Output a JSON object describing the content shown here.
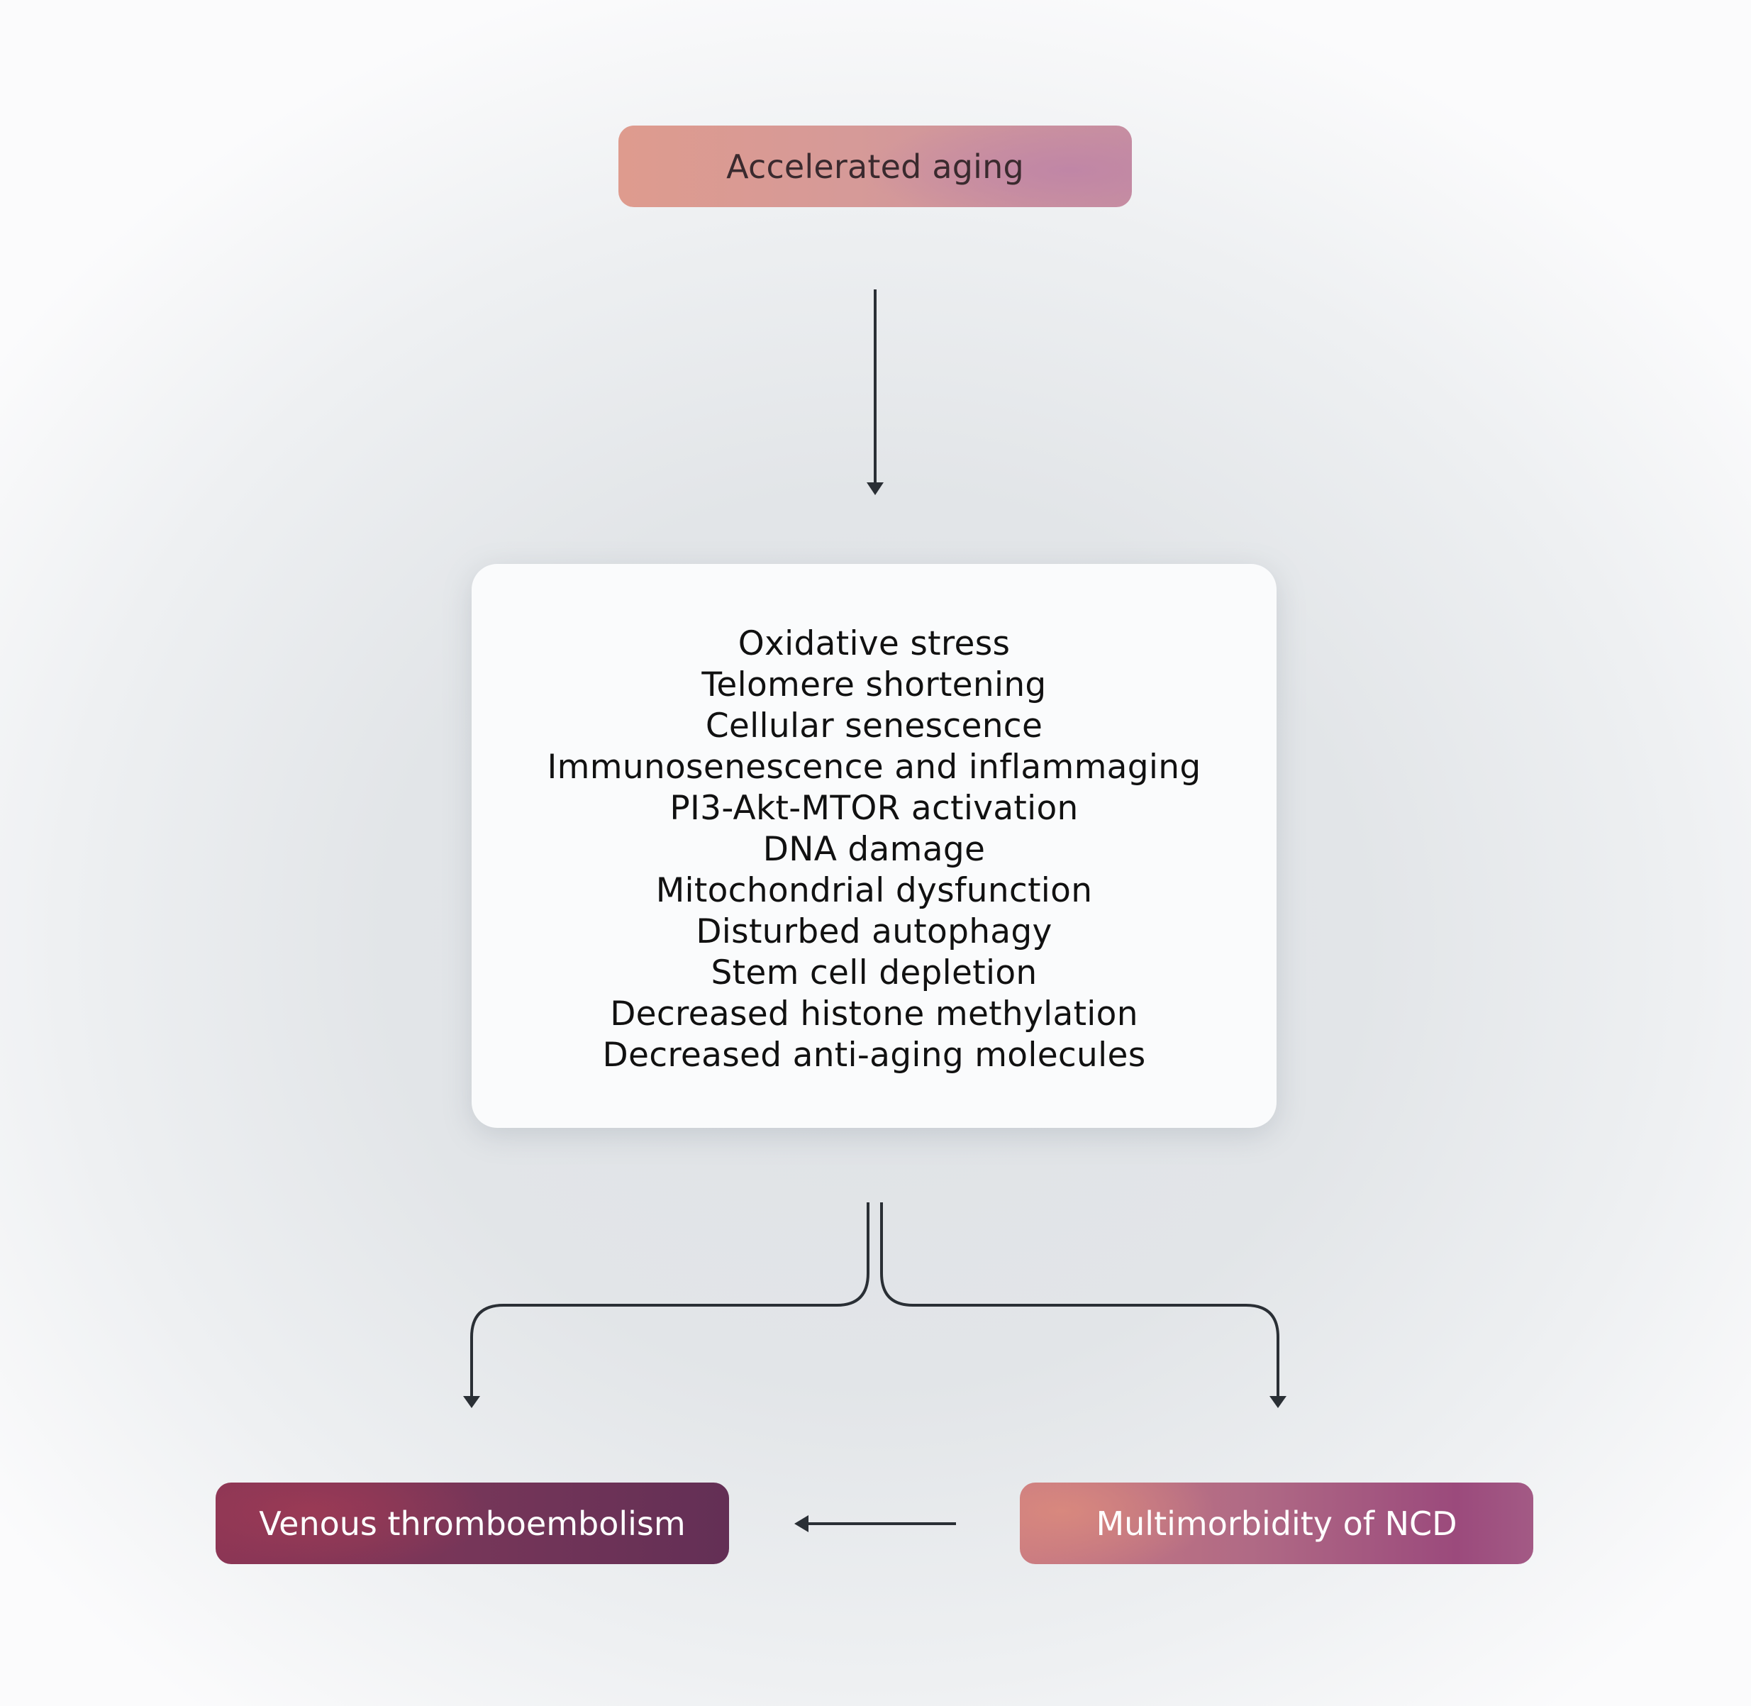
{
  "diagram": {
    "top_node": {
      "label": "Accelerated aging"
    },
    "mechanisms": {
      "items": [
        "Oxidative stress",
        "Telomere shortening",
        "Cellular senescence",
        "Immunosenescence and inflammaging",
        "PI3-Akt-MTOR activation",
        "DNA damage",
        "Mitochondrial dysfunction",
        "Disturbed autophagy",
        "Stem cell depletion",
        "Decreased histone methylation",
        "Decreased anti-aging molecules"
      ]
    },
    "bottom_left_node": {
      "label": "Venous thromboembolism"
    },
    "bottom_right_node": {
      "label": "Multimorbidity of NCD"
    },
    "edges": [
      {
        "from": "Accelerated aging",
        "to": "mechanisms"
      },
      {
        "from": "mechanisms",
        "to": "Venous thromboembolism"
      },
      {
        "from": "mechanisms",
        "to": "Multimorbidity of NCD"
      },
      {
        "from": "Multimorbidity of NCD",
        "to": "Venous thromboembolism"
      }
    ],
    "colors": {
      "top_node": "#d69a98",
      "bottom_left_node": "#763659",
      "bottom_right_node": "#b06a85",
      "arrow": "#2a2f35"
    }
  }
}
